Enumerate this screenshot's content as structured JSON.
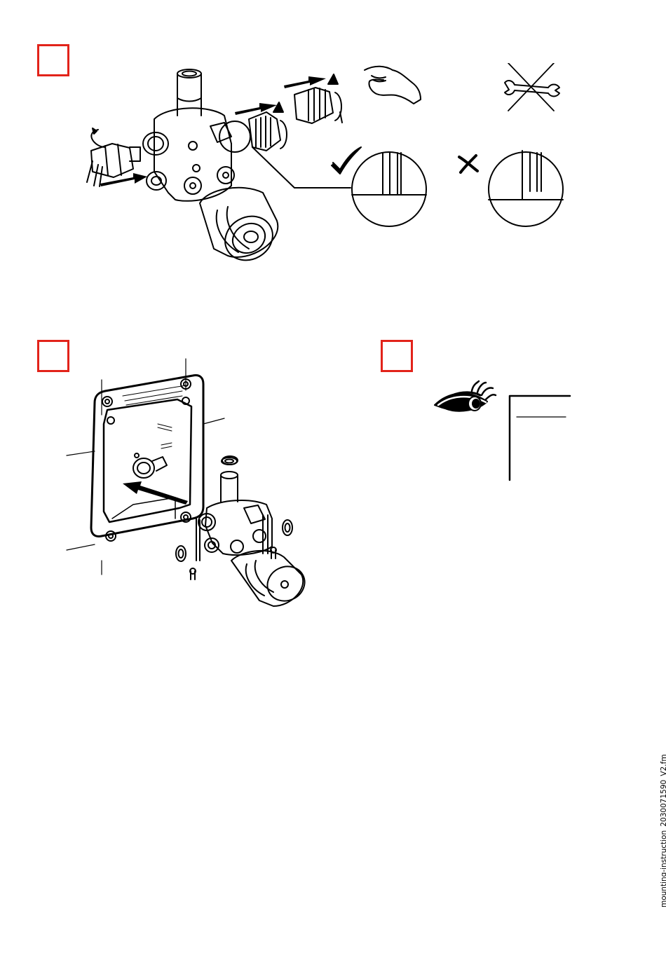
{
  "document": {
    "footer_filename": "mounting-instruction_2030071590_V2.fm"
  },
  "steps": [
    {
      "id": "step-1",
      "number": ""
    },
    {
      "id": "step-2",
      "number": ""
    },
    {
      "id": "step-3",
      "number": ""
    }
  ],
  "icons": {
    "hand": "hand-tighten-icon",
    "no_wrench": "no-wrench-icon",
    "check": "check-icon",
    "cross": "cross-icon",
    "eye": "eye-icon"
  },
  "colors": {
    "step_box": "#e2231a",
    "line": "#000000"
  }
}
